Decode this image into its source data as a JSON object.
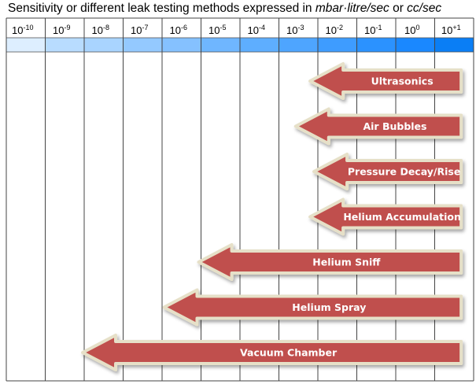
{
  "chart_data": {
    "type": "bar",
    "title_parts": [
      "Sensitivity or different leak testing methods expressed in ",
      "mbar·litre/sec",
      " or ",
      "cc/sec"
    ],
    "decades": [
      {
        "base": "10",
        "exp": "-10"
      },
      {
        "base": "10",
        "exp": "-9"
      },
      {
        "base": "10",
        "exp": "-8"
      },
      {
        "base": "10",
        "exp": "-7"
      },
      {
        "base": "10",
        "exp": "-6"
      },
      {
        "base": "10",
        "exp": "-5"
      },
      {
        "base": "10",
        "exp": "-4"
      },
      {
        "base": "10",
        "exp": "-3"
      },
      {
        "base": "10",
        "exp": "-2"
      },
      {
        "base": "10",
        "exp": "-1"
      },
      {
        "base": "10",
        "exp": "0"
      },
      {
        "base": "10",
        "exp": "+1"
      }
    ],
    "scale_colors": [
      "#ddeeff",
      "#b8dcff",
      "#a9d4ff",
      "#94c9ff",
      "#85c1ff",
      "#6fb6ff",
      "#5eaeff",
      "#4ea5ff",
      "#3e9cff",
      "#2b92ff",
      "#1a88ff",
      "#0a7ef5"
    ],
    "methods": [
      {
        "name": "Ultrasonics",
        "from_exp": -2.2,
        "to_exp": 1.68
      },
      {
        "name": "Air Bubbles",
        "from_exp": -2.57,
        "to_exp": 1.68
      },
      {
        "name": "Pressure Decay/Rise",
        "from_exp": -2.1,
        "to_exp": 1.68
      },
      {
        "name": "Helium Accumulation",
        "from_exp": -2.2,
        "to_exp": 1.68
      },
      {
        "name": "Helium Sniff",
        "from_exp": -5.06,
        "to_exp": 1.68
      },
      {
        "name": "Helium Spray",
        "from_exp": -5.95,
        "to_exp": 1.68
      },
      {
        "name": "Vacuum Chamber",
        "from_exp": -8.04,
        "to_exp": 1.68
      }
    ],
    "arrow_color": "#c0504d",
    "arrow_border": "#e6e0c8"
  }
}
